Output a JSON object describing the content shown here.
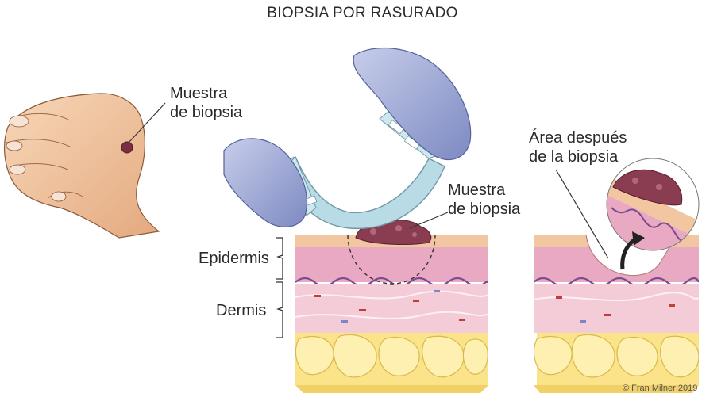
{
  "title": "BIOPSIA POR RASURADO",
  "labels": {
    "hand_sample_line1": "Muestra",
    "hand_sample_line2": "de biopsia",
    "blade_sample_line1": "Muestra",
    "blade_sample_line2": "de biopsia",
    "after_line1": "Área después",
    "after_line2": "de la biopsia",
    "epidermis": "Epidermis",
    "dermis": "Dermis"
  },
  "credit": "© Fran Milner 2019",
  "colors": {
    "skin": "#f2c6a0",
    "epidermis": "#e9a9c2",
    "dermis": "#f4ccd8",
    "fat": "#fbe389",
    "lesion": "#8a3c50",
    "glove": "#9aa6d3",
    "blade": "#b9dbe6",
    "line": "#3a3a3a"
  }
}
